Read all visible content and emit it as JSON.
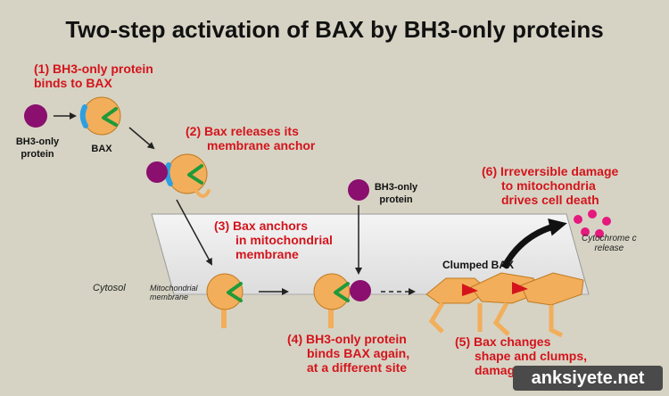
{
  "title": "Two-step activation of BAX by BH3-only proteins",
  "steps": {
    "s1": [
      "(1) BH3-only protein",
      "binds to BAX"
    ],
    "s2": [
      "(2) Bax releases its",
      "membrane anchor"
    ],
    "s3": [
      "(3) Bax anchors",
      "in mitochondrial",
      "membrane"
    ],
    "s4": [
      "(4) BH3-only protein",
      "binds BAX again,",
      "at a different site"
    ],
    "s5": [
      "(5) Bax changes",
      "shape and clumps,",
      "damaging mitochondria"
    ],
    "s6": [
      "(6) Irreversible damage",
      "to mitochondria",
      "drives cell death"
    ]
  },
  "labels": {
    "bh3_only_protein_1": [
      "BH3-only",
      "protein"
    ],
    "bax": "BAX",
    "bh3_only_protein_2": [
      "BH3-only",
      "protein"
    ],
    "clumped_bax": "Clumped BAX",
    "cytosol": "Cytosol",
    "mito_membrane": [
      "Mitochondrial",
      "membrane"
    ],
    "cytochrome_c": [
      "Cytochrome c",
      "release"
    ]
  },
  "watermark": "anksiyete.net",
  "colors": {
    "background": "#d6d3c4",
    "bax_orange": "#f2ae5a",
    "bh3_purple": "#8a0f6e",
    "anchor_blue": "#2e9fe0",
    "site_green": "#1f9a3a",
    "cyto_pink": "#e5197e",
    "label_red": "#d4141c",
    "membrane_gray": "#ebebeb"
  }
}
